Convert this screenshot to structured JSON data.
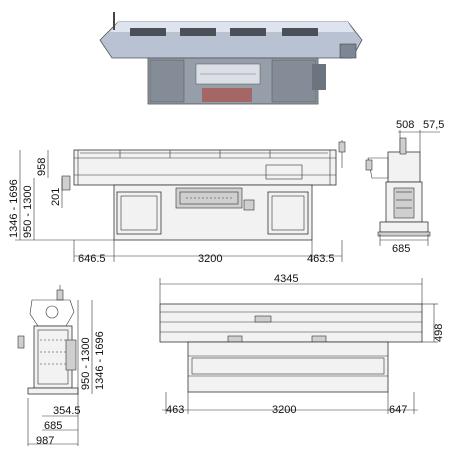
{
  "labels": {
    "front_left_height_range": "1346 - 1696",
    "front_height_range": "950 - 1300",
    "front_958": "958",
    "front_201": "201",
    "front_left_offset": "646.5",
    "front_span": "3200",
    "front_right_offset": "463.5",
    "end_top_a": "508",
    "end_top_b": "57,5",
    "end_width": "685",
    "side_height_range": "950 - 1300",
    "side_height_range_max": "1346 - 1696",
    "side_354": "354.5",
    "side_685": "685",
    "side_987": "987",
    "top_total_length": "4345",
    "top_depth": "498",
    "top_left_offset": "463",
    "top_span": "3200",
    "top_right_offset": "647"
  },
  "colors": {
    "photo_body": "#8e96a3",
    "photo_top": "#c9d3e3",
    "photo_dark": "#4a4f58",
    "photo_accent": "#b33b2e"
  }
}
